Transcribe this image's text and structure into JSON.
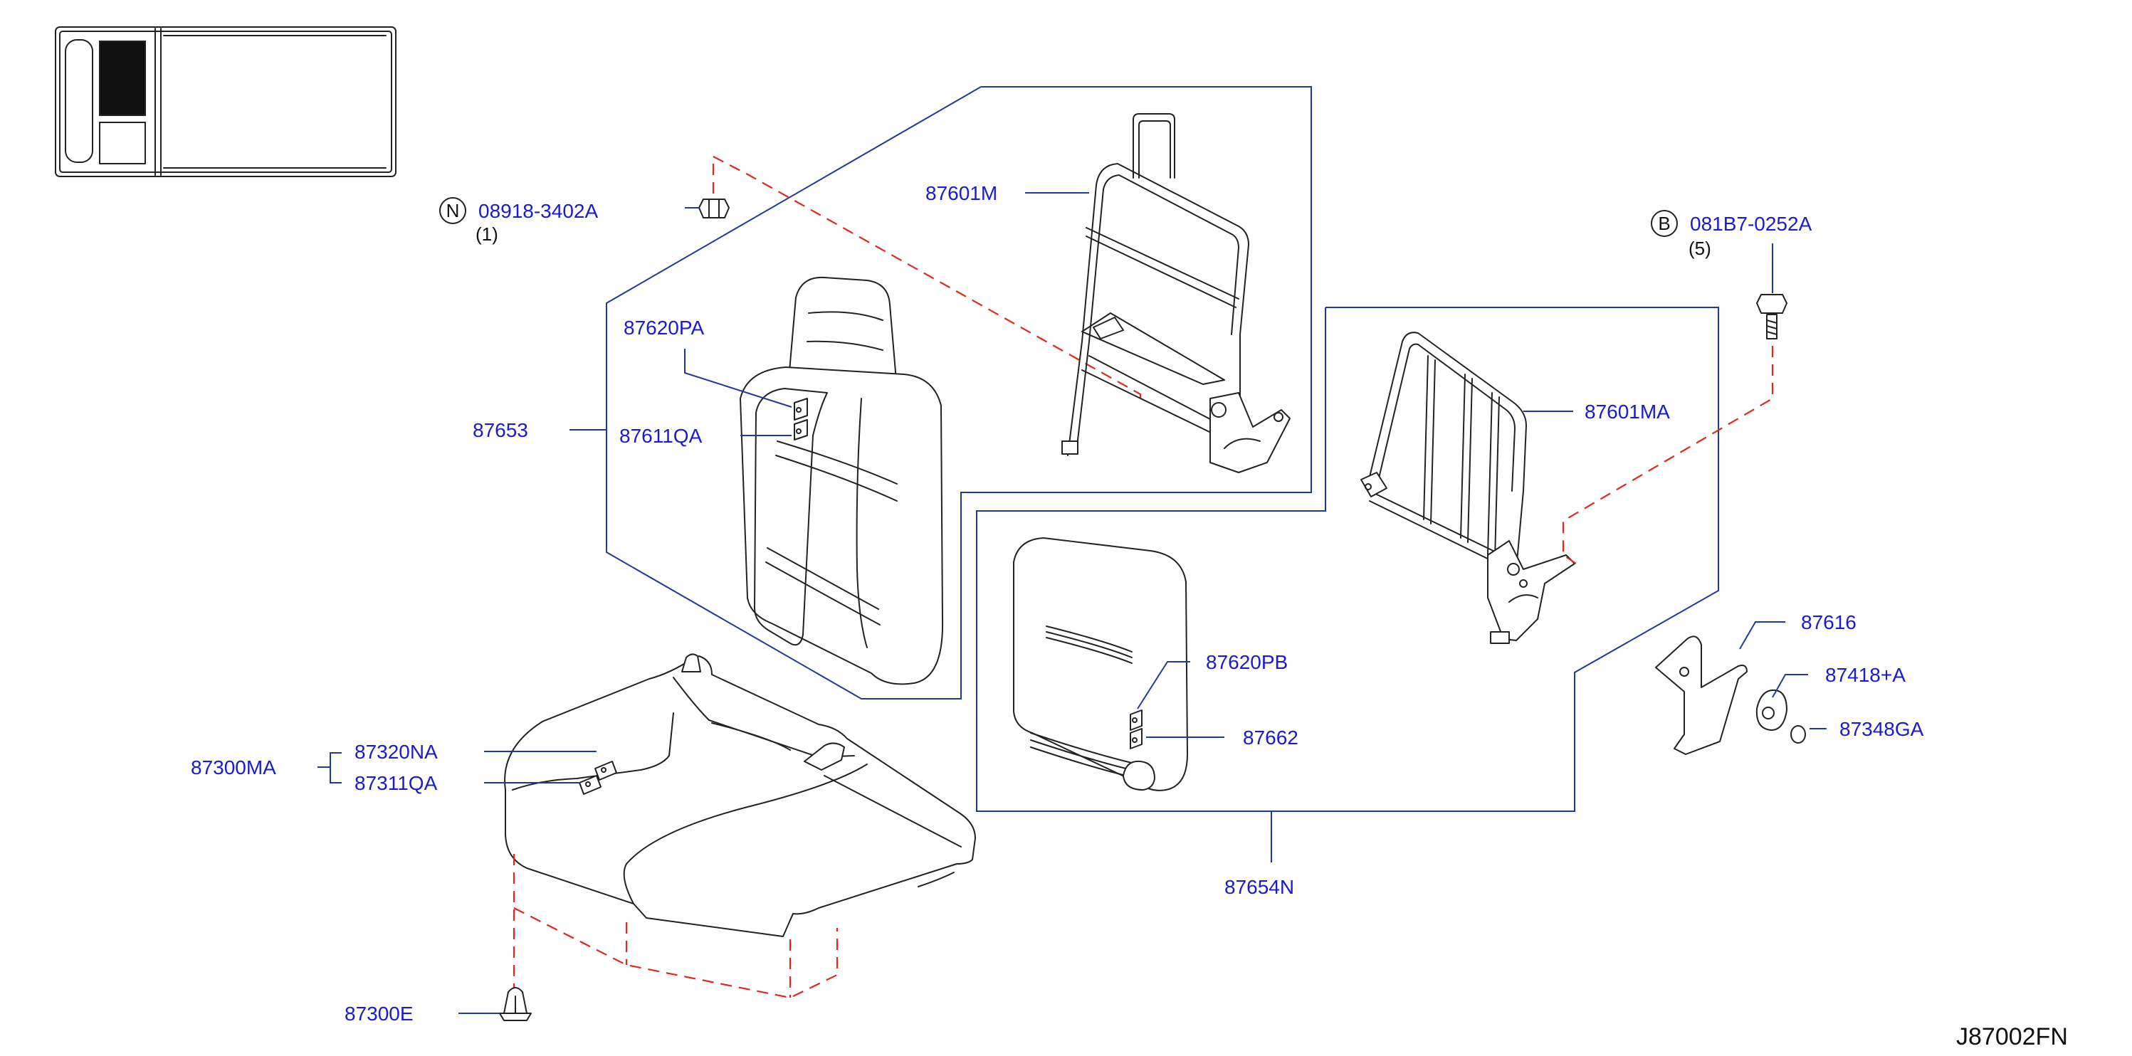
{
  "diagram": {
    "code": "J87002FN",
    "fasteners": [
      {
        "id": "nut",
        "symbol": "N",
        "part": "08918-3402A",
        "qty": "(1)"
      },
      {
        "id": "bolt",
        "symbol": "B",
        "part": "081B7-0252A",
        "qty": "(5)"
      }
    ],
    "labels": {
      "p87601M": "87601M",
      "p87620PA": "87620PA",
      "p87653": "87653",
      "p87611QA": "87611QA",
      "p87601MA": "87601MA",
      "p87620PB": "87620PB",
      "p87662": "87662",
      "p87654N": "87654N",
      "p87616": "87616",
      "p87418A": "87418+A",
      "p87348GA": "87348GA",
      "p87300MA": "87300MA",
      "p87320NA": "87320NA",
      "p87311QA": "87311QA",
      "p87300E": "87300E"
    },
    "colors": {
      "label": "#1a1ad6",
      "leader": "#1f3a9a",
      "dashed": "#e0281e",
      "outline": "#222222"
    }
  }
}
